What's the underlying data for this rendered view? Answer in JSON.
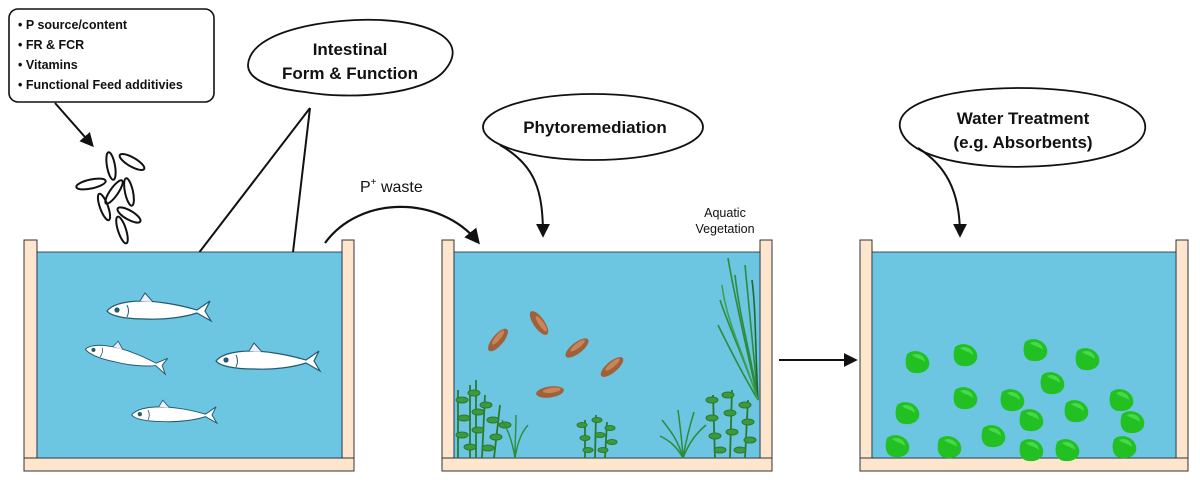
{
  "feed_box": {
    "items": [
      "P source/content",
      "FR & FCR",
      "Vitamins",
      "Functional Feed additivies"
    ]
  },
  "callouts": {
    "intestinal": [
      "Intestinal",
      "Form & Function"
    ],
    "phytoremediation": [
      "Phytoremediation"
    ],
    "water_treatment": [
      "Water Treatment",
      "(e.g. Absorbents)"
    ]
  },
  "labels": {
    "waste_prefix": "P",
    "waste_sup": "+",
    "waste_suffix": " waste",
    "vegetation": [
      "Aquatic",
      "Vegetation"
    ]
  },
  "colors": {
    "water": "#6cc6e2",
    "tank_wall": "#fde6cd",
    "outline": "#111111",
    "feed_pellet": "#a0603a",
    "plant": "#2e8b3a",
    "absorbent": "#1fbf1f"
  },
  "tanks": [
    {
      "name": "fish-tank",
      "contents": "fish",
      "count": 4
    },
    {
      "name": "phytoremediation-tank",
      "contents": "feces-and-plants",
      "count": 5
    },
    {
      "name": "treatment-tank",
      "contents": "absorbent-beads",
      "count": 18
    }
  ]
}
